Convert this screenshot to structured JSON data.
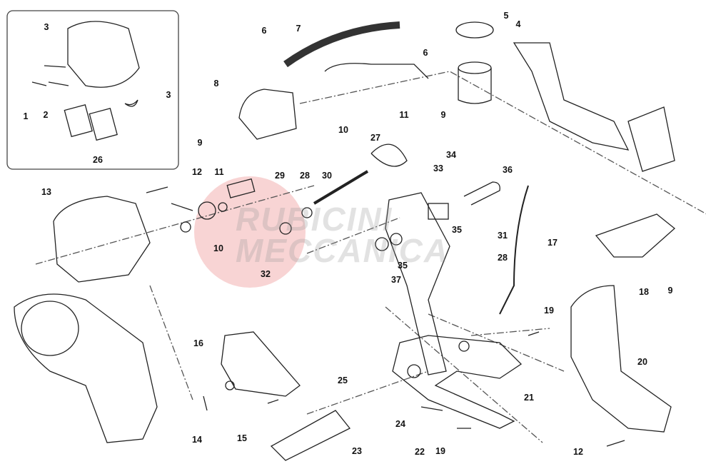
{
  "watermark": {
    "line1": "RUBICINI",
    "line2": "MECCANICA",
    "color": "#f4c6c6"
  },
  "labels": [
    "3",
    "1",
    "2",
    "3",
    "26",
    "6",
    "7",
    "5",
    "4",
    "6",
    "8",
    "11",
    "9",
    "10",
    "9",
    "27",
    "34",
    "33",
    "36",
    "12",
    "11",
    "29",
    "28",
    "30",
    "13",
    "35",
    "31",
    "17",
    "28",
    "10",
    "32",
    "35",
    "37",
    "18",
    "9",
    "19",
    "16",
    "20",
    "25",
    "21",
    "24",
    "14",
    "15",
    "23",
    "22",
    "19",
    "12"
  ]
}
